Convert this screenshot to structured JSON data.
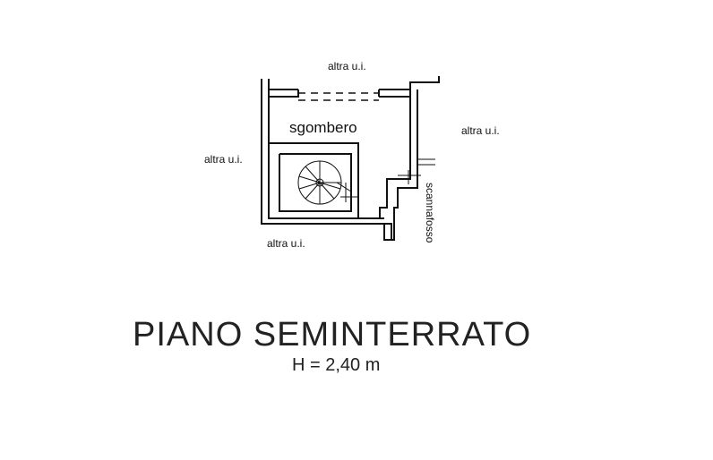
{
  "plan": {
    "room_label": "sgombero",
    "neighbor_top": "altra u.i.",
    "neighbor_left": "altra u.i.",
    "neighbor_right": "altra u.i.",
    "neighbor_bottom": "altra u.i.",
    "side_label": "scannafosso"
  },
  "caption": {
    "title": "PIANO SEMINTERRATO",
    "height": "H = 2,40 m"
  }
}
